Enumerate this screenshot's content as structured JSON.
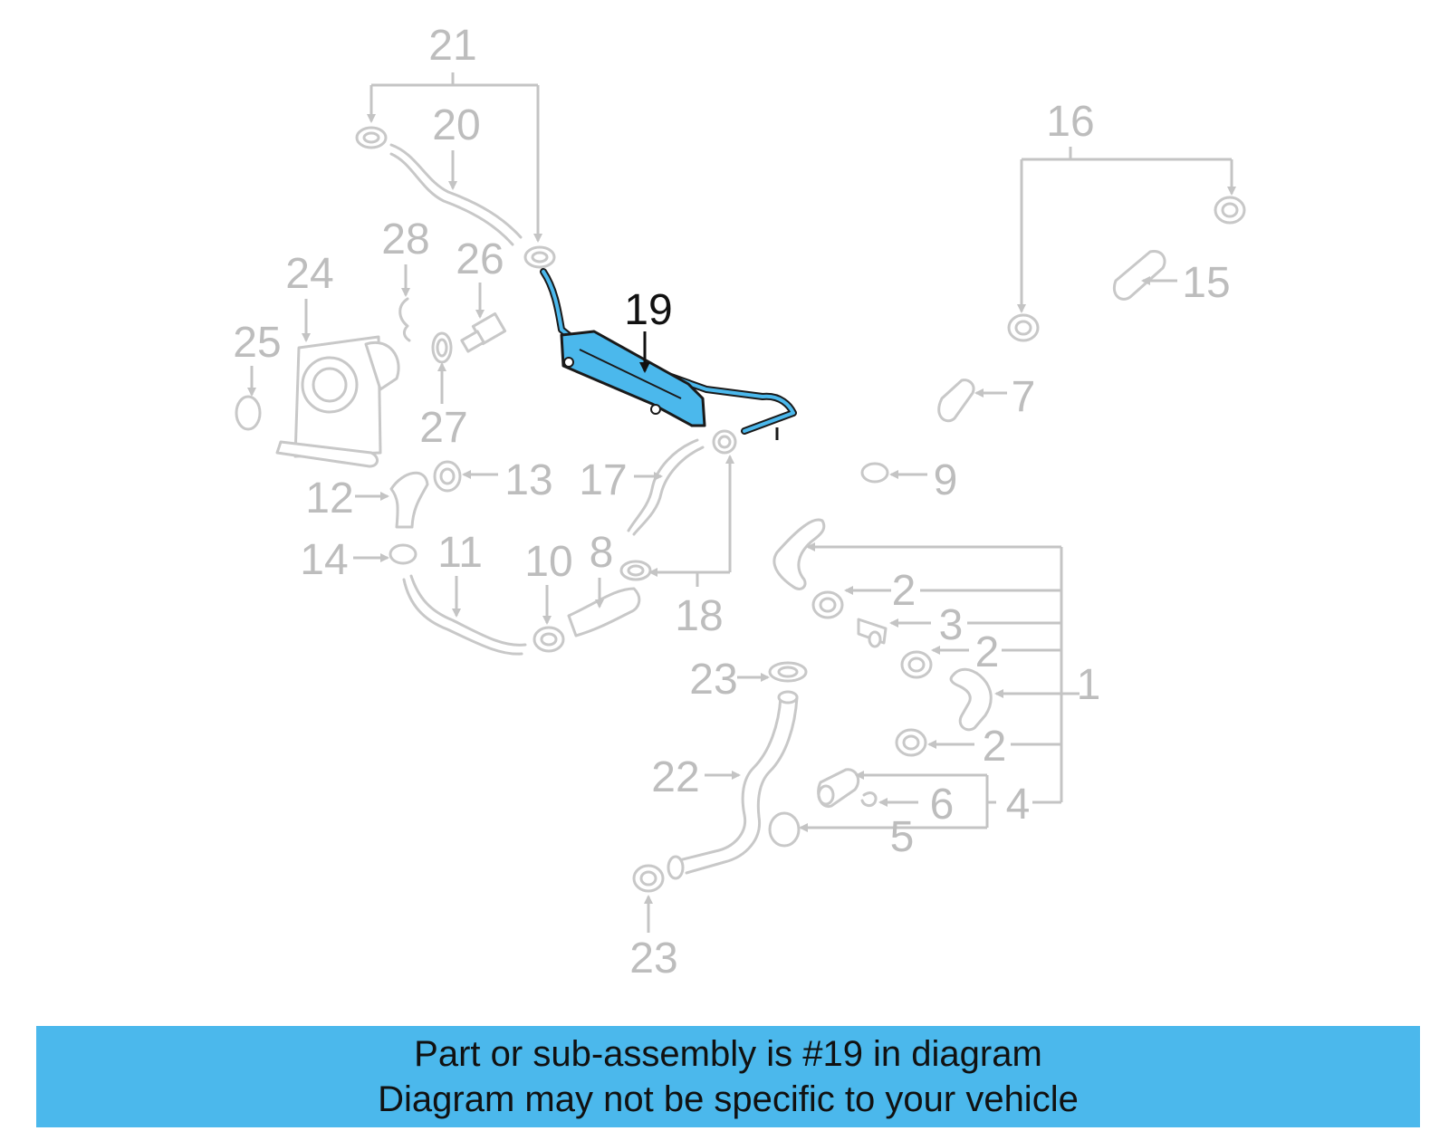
{
  "diagram": {
    "highlighted_part": "19",
    "highlight_color": "#4bb8ec",
    "callouts": {
      "c1": "1",
      "c2a": "2",
      "c2b": "2",
      "c2c": "2",
      "c3": "3",
      "c4": "4",
      "c5": "5",
      "c6": "6",
      "c7": "7",
      "c8": "8",
      "c9": "9",
      "c10": "10",
      "c11": "11",
      "c12": "12",
      "c13": "13",
      "c14": "14",
      "c15": "15",
      "c16": "16",
      "c17": "17",
      "c18": "18",
      "c19": "19",
      "c20": "20",
      "c21": "21",
      "c22": "22",
      "c23a": "23",
      "c23b": "23",
      "c24": "24",
      "c25": "25",
      "c26": "26",
      "c27": "27",
      "c28": "28"
    }
  },
  "banner": {
    "line1": "Part or sub-assembly is #19 in diagram",
    "line2": "Diagram may not be specific to your vehicle",
    "background": "#4bb8ec"
  }
}
